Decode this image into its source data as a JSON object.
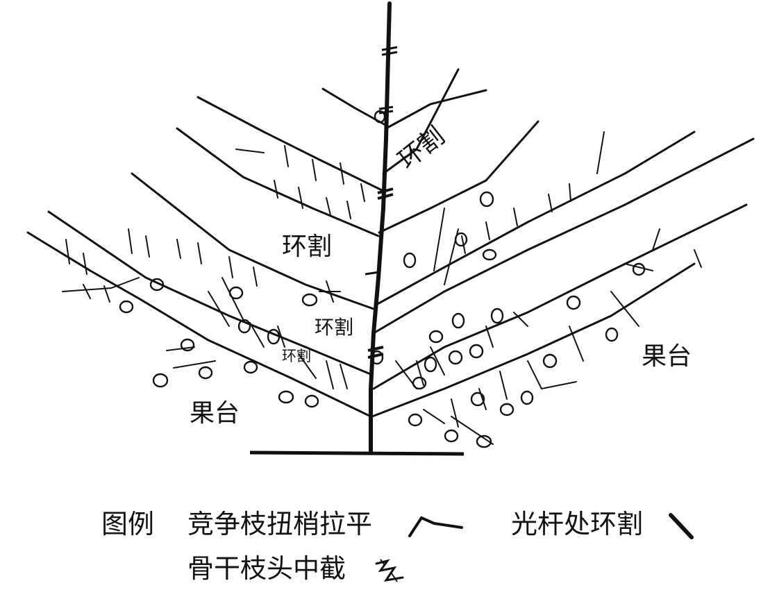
{
  "labels": {
    "girdle_top": "环割",
    "girdle_upper_left": "环割",
    "girdle_center": "环割",
    "girdle_small": "环割",
    "fruit_platform_left": "果台",
    "fruit_platform_right": "果台"
  },
  "legend": {
    "title": "图例",
    "item1": "竞争枝扭梢拉平",
    "item2": "光杆处环割",
    "item3": "骨干枝头中截"
  },
  "icons": {
    "item1": "bent-branch-icon",
    "item2": "diagonal-stroke-icon",
    "item3": "twisted-cut-icon"
  }
}
